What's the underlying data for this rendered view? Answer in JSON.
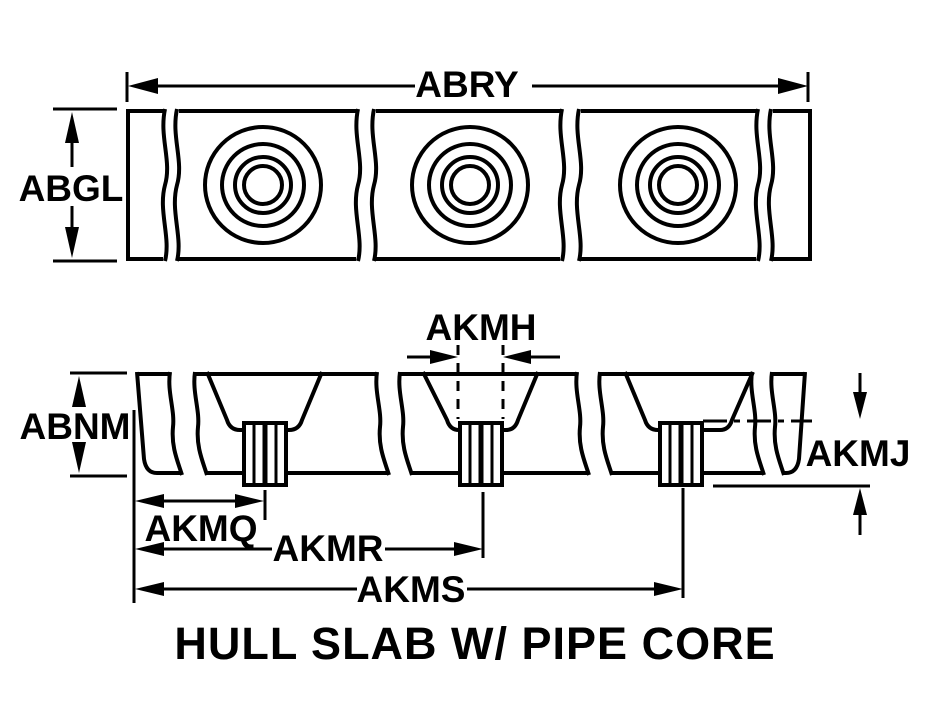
{
  "title": "HULL SLAB W/ PIPE CORE",
  "colors": {
    "line": "#000000",
    "text": "#000000",
    "background": "#ffffff"
  },
  "labels": {
    "abry": "ABRY",
    "abgl": "ABGL",
    "akmh": "AKMH",
    "abnm": "ABNM",
    "akmj": "AKMJ",
    "akmq": "AKMQ",
    "akmr": "AKMR",
    "akms": "AKMS"
  }
}
